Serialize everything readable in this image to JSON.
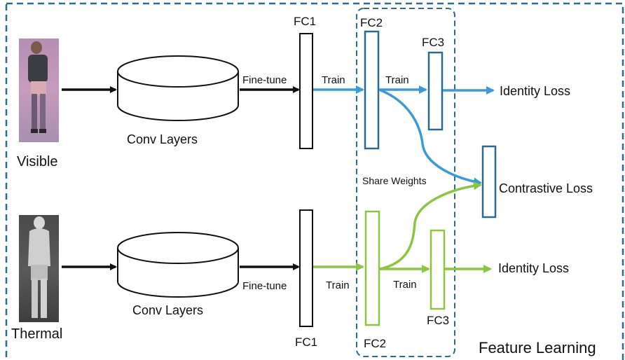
{
  "title": "Feature Learning",
  "inputs": {
    "visible_label": "Visible",
    "thermal_label": "Thermal"
  },
  "conv": {
    "top_label": "Conv Layers",
    "bottom_label": "Conv Layers"
  },
  "edges": {
    "fine_tune_top": "Fine-tune",
    "fine_tune_bottom": "Fine-tune",
    "train_fc1_fc2_top": "Train",
    "train_fc2_fc3_top": "Train",
    "train_fc1_fc2_bottom": "Train",
    "train_fc2_fc3_bottom": "Train"
  },
  "layers": {
    "fc1_top": "FC1",
    "fc2_top": "FC2",
    "fc3_top": "FC3",
    "fc1_bottom": "FC1",
    "fc2_bottom": "FC2",
    "fc3_bottom": "FC3"
  },
  "share_weights": "Share Weights",
  "losses": {
    "identity_top": "Identity Loss",
    "contrastive": "Contrastive Loss",
    "identity_bottom": "Identity Loss"
  },
  "colors": {
    "blue": "#3a9bd8",
    "dark_blue": "#2b6a93",
    "green": "#8cc63f",
    "black": "#111111",
    "dash": "#2e6b8f"
  }
}
